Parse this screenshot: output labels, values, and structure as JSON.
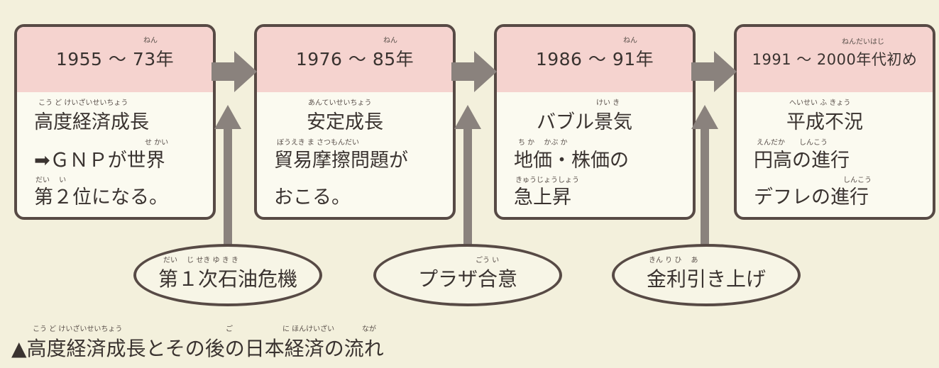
{
  "boxes": [
    {
      "period": "1955 ～ 73年",
      "period_ruby": "ねん",
      "lines": [
        "高度経済成長",
        "➡ＧＮＰが世界",
        "第２位になる。"
      ],
      "rubies": [
        "こう ど けいざいせいちょう",
        "せ かい",
        "だい　 い"
      ]
    },
    {
      "period": "1976 ～ 85年",
      "period_ruby": "ねん",
      "lines": [
        "安定成長",
        "貿易摩擦問題が",
        "おこる。"
      ],
      "rubies": [
        "あんていせいちょう",
        "ぼうえき ま さつもんだい"
      ]
    },
    {
      "period": "1986 ～ 91年",
      "period_ruby": "ねん",
      "lines": [
        "バブル景気",
        "地価・株価の",
        "急上昇"
      ],
      "rubies": [
        "けい き",
        "ち か　 かぶ か",
        "きゅうじょうしょう"
      ]
    },
    {
      "period": "1991 ～ 2000年代初め",
      "period_ruby": "ねんだいはじ",
      "lines": [
        "平成不況",
        "円高の進行",
        "デフレの進行"
      ],
      "rubies": [
        "へいせい ふ きょう",
        "えんだか　　しんこう",
        "しんこう"
      ]
    }
  ],
  "events": [
    {
      "label": "第１次石油危機",
      "ruby": "だい　 じ せき ゆ き き"
    },
    {
      "label": "プラザ合意",
      "ruby": "ごう い"
    },
    {
      "label": "金利引き上げ",
      "ruby": "きん り ひ　 あ"
    }
  ],
  "caption": {
    "text": "▲高度経済成長とその後の日本経済の流れ",
    "rubies": [
      "こう ど けいざいせいちょう",
      "ご",
      "に ほんけいざい",
      "なが"
    ]
  },
  "colors": {
    "background": "#f3f0dc",
    "header_fill": "#f5d3cf",
    "border": "#574a45",
    "arrow": "#8a827d"
  }
}
